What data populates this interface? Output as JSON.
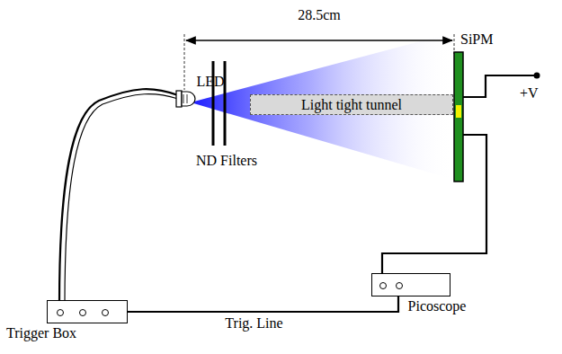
{
  "diagram": {
    "nodes": [
      {
        "text": [
          "Light tight tunnel"
        ]
      },
      {
        "text": [
          "Picoscope"
        ]
      },
      {
        "text": [
          "Trigger Box"
        ]
      }
    ],
    "edges": [
      {
        "from": 2,
        "to": 1,
        "arrow": "none",
        "label": "Trig. Line"
      }
    ],
    "labels": [
      "28.5cm",
      "LED",
      "ND Filters",
      "SiPM",
      "+V"
    ]
  }
}
